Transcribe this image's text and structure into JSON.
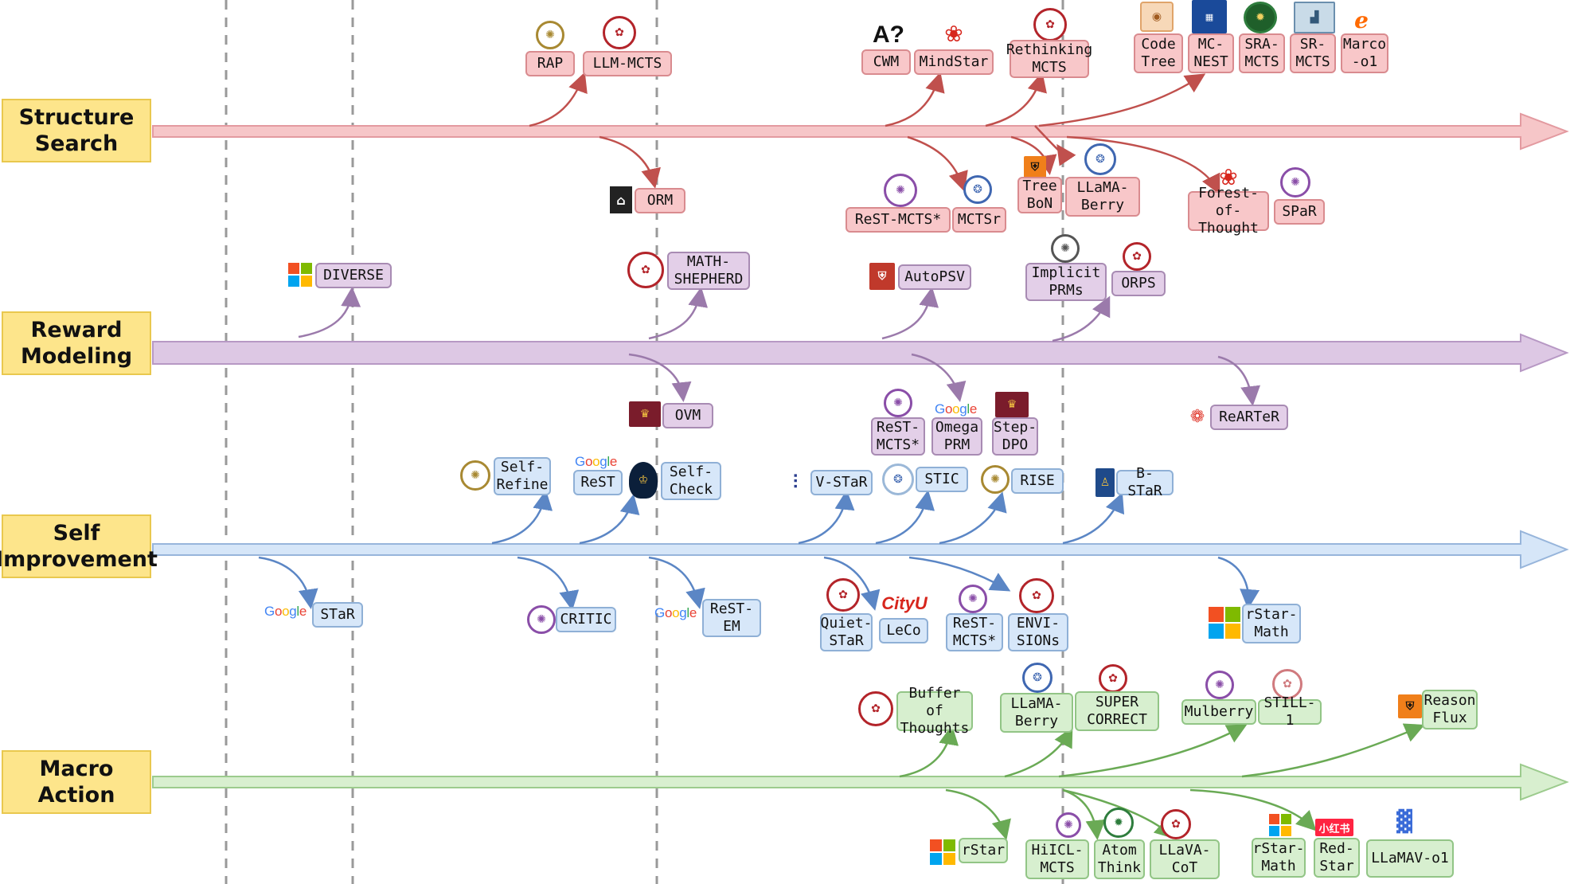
{
  "categories": {
    "structure": "Structure\nSearch",
    "reward": "Reward\nModeling",
    "self": "Self\nImprovement",
    "macro": "Macro\nAction"
  },
  "methods": {
    "rap": "RAP",
    "llm_mcts": "LLM-MCTS",
    "cwm": "CWM",
    "mindstar": "MindStar",
    "rethinking_mcts": "Rethinking\nMCTS",
    "code_tree": "Code\nTree",
    "mc_nest": "MC-\nNEST",
    "sra_mcts": "SRA-\nMCTS",
    "sr_mcts": "SR-\nMCTS",
    "marco_o1": "Marco\n-o1",
    "orm": "ORM",
    "rest_mcts_1": "ReST-MCTS*",
    "mctsr": "MCTSr",
    "tree_bon": "Tree\nBoN",
    "llama_berry_1": "LLaMA-\nBerry",
    "forest_of_thought": "Forest-of-\nThought",
    "spar": "SPaR",
    "diverse": "DIVERSE",
    "math_shepherd": "MATH-\nSHEPHERD",
    "autopsv": "AutoPSV",
    "implicit_prms": "Implicit\nPRMs",
    "orps": "ORPS",
    "ovm": "OVM",
    "rest_mcts_2": "ReST-\nMCTS*",
    "omega_prm": "Omega\nPRM",
    "step_dpo": "Step-\nDPO",
    "rearter": "ReARTeR",
    "self_refine": "Self-\nRefine",
    "rest": "ReST",
    "self_check": "Self-\nCheck",
    "v_star": "V-STaR",
    "stic": "STIC",
    "rise": "RISE",
    "b_star": "B-STaR",
    "star": "STaR",
    "critic": "CRITIC",
    "rest_em": "ReST-\nEM",
    "quiet_star": "Quiet-\nSTaR",
    "leco": "LeCo",
    "rest_mcts_3": "ReST-\nMCTS*",
    "envisions": "ENVI-\nSIONs",
    "rstar_math_1": "rStar-\nMath",
    "buffer_of_thoughts": "Buffer of\nThoughts",
    "llama_berry_2": "LLaMA-\nBerry",
    "supercorrect": "SUPER\nCORRECT",
    "mulberry": "Mulberry",
    "still_1": "STILL-1",
    "reason_flux": "Reason\nFlux",
    "rstar": "rStar",
    "hicl_mcts": "HiICL-\nMCTS",
    "atom_think": "Atom\nThink",
    "llava_cot": "LLaVA-\nCoT",
    "rstar_math_2": "rStar-\nMath",
    "red_star": "Red-\nStar",
    "llamav_o1": "LLaMAV-o1"
  },
  "logos": {
    "google": "Google",
    "cwm_mark": "A?",
    "cityu": "CityU",
    "red_star_mark": "小红书"
  },
  "colors": {
    "structure": "#e8898e",
    "reward": "#b38cc0",
    "self": "#7f9fd1",
    "macro": "#8cc07a",
    "category_fill": "#fde58b"
  }
}
